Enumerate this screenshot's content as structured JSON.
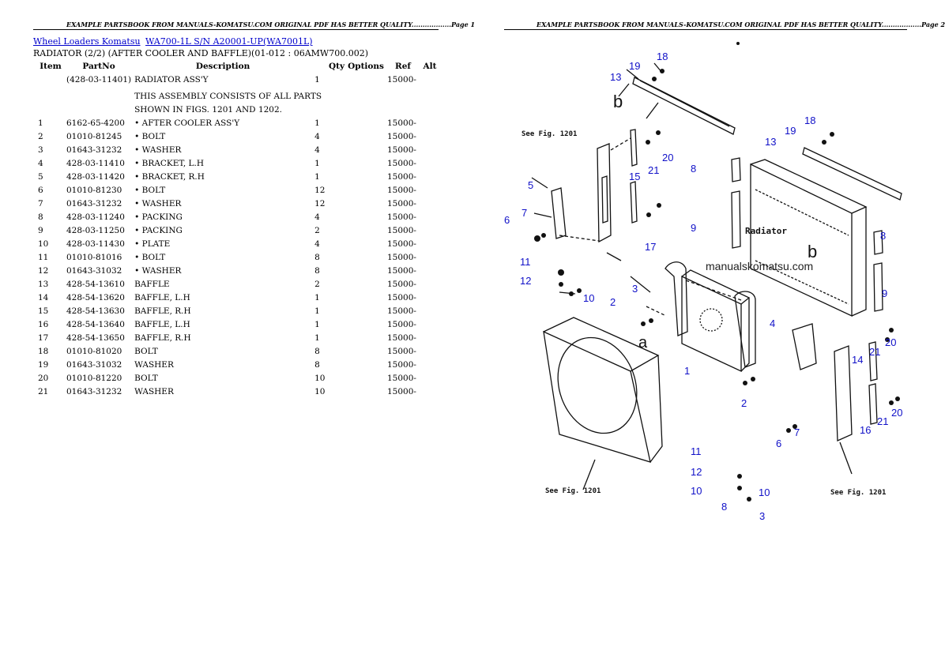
{
  "header": {
    "left": "EXAMPLE PARTSBOOK FROM MANUALS-KOMATSU.COM ORIGINAL PDF HAS BETTER QUALITY..................Page 1",
    "right": "EXAMPLE PARTSBOOK FROM MANUALS-KOMATSU.COM ORIGINAL PDF HAS BETTER QUALITY..................Page 2"
  },
  "breadcrumb": {
    "link1": "Wheel Loaders Komatsu",
    "link2": "WA700-1L S/N A20001-UP(WA7001L)"
  },
  "subtitle": "RADIATOR (2/2) (AFTER COOLER AND BAFFLE)(01-012 : 06AMW700.002)",
  "table": {
    "headers": [
      "Item",
      "PartNo",
      "Description",
      "Qty",
      "Options",
      "Ref",
      "Alt"
    ],
    "assembly": {
      "partno": "(428-03-11401)",
      "desc": "RADIATOR ASS'Y",
      "qty": "1",
      "ref": "15000-"
    },
    "note1": "THIS ASSEMBLY CONSISTS OF ALL PARTS",
    "note2": "SHOWN IN FIGS. 1201 AND 1202.",
    "rows": [
      {
        "item": "1",
        "partno": "6162-65-4200",
        "desc": "• AFTER COOLER ASS'Y",
        "qty": "1",
        "ref": "15000-"
      },
      {
        "item": "2",
        "partno": "01010-81245",
        "desc": "• BOLT",
        "qty": "4",
        "ref": "15000-"
      },
      {
        "item": "3",
        "partno": "01643-31232",
        "desc": "• WASHER",
        "qty": "4",
        "ref": "15000-"
      },
      {
        "item": "4",
        "partno": "428-03-11410",
        "desc": "• BRACKET, L.H",
        "qty": "1",
        "ref": "15000-"
      },
      {
        "item": "5",
        "partno": "428-03-11420",
        "desc": "• BRACKET, R.H",
        "qty": "1",
        "ref": "15000-"
      },
      {
        "item": "6",
        "partno": "01010-81230",
        "desc": "• BOLT",
        "qty": "12",
        "ref": "15000-"
      },
      {
        "item": "7",
        "partno": "01643-31232",
        "desc": "• WASHER",
        "qty": "12",
        "ref": "15000-"
      },
      {
        "item": "8",
        "partno": "428-03-11240",
        "desc": "• PACKING",
        "qty": "4",
        "ref": "15000-"
      },
      {
        "item": "9",
        "partno": "428-03-11250",
        "desc": "• PACKING",
        "qty": "2",
        "ref": "15000-"
      },
      {
        "item": "10",
        "partno": "428-03-11430",
        "desc": "• PLATE",
        "qty": "4",
        "ref": "15000-"
      },
      {
        "item": "11",
        "partno": "01010-81016",
        "desc": "• BOLT",
        "qty": "8",
        "ref": "15000-"
      },
      {
        "item": "12",
        "partno": "01643-31032",
        "desc": "• WASHER",
        "qty": "8",
        "ref": "15000-"
      },
      {
        "item": "13",
        "partno": "428-54-13610",
        "desc": "BAFFLE",
        "qty": "2",
        "ref": "15000-"
      },
      {
        "item": "14",
        "partno": "428-54-13620",
        "desc": "BAFFLE, L.H",
        "qty": "1",
        "ref": "15000-"
      },
      {
        "item": "15",
        "partno": "428-54-13630",
        "desc": "BAFFLE, R.H",
        "qty": "1",
        "ref": "15000-"
      },
      {
        "item": "16",
        "partno": "428-54-13640",
        "desc": "BAFFLE, L.H",
        "qty": "1",
        "ref": "15000-"
      },
      {
        "item": "17",
        "partno": "428-54-13650",
        "desc": "BAFFLE, R.H",
        "qty": "1",
        "ref": "15000-"
      },
      {
        "item": "18",
        "partno": "01010-81020",
        "desc": "BOLT",
        "qty": "8",
        "ref": "15000-"
      },
      {
        "item": "19",
        "partno": "01643-31032",
        "desc": "WASHER",
        "qty": "8",
        "ref": "15000-"
      },
      {
        "item": "20",
        "partno": "01010-81220",
        "desc": "BOLT",
        "qty": "10",
        "ref": "15000-"
      },
      {
        "item": "21",
        "partno": "01643-31232",
        "desc": "WASHER",
        "qty": "10",
        "ref": "15000-"
      }
    ]
  },
  "diagram": {
    "watermark": "manualskomatsu.com",
    "radiator_label": "Radiator",
    "see_fig_label": "See Fig. 1201",
    "callout_b": "b",
    "callout_a": "a",
    "callouts": [
      "18",
      "19",
      "13",
      "b",
      "20",
      "21",
      "15",
      "8",
      "5",
      "7",
      "6",
      "11",
      "17",
      "9",
      "12",
      "3",
      "10",
      "2",
      "4",
      "1",
      "11",
      "12",
      "10",
      "10",
      "8",
      "3",
      "18",
      "19",
      "13",
      "8",
      "9",
      "14",
      "21",
      "20",
      "2",
      "16",
      "21",
      "20",
      "6",
      "7"
    ]
  }
}
